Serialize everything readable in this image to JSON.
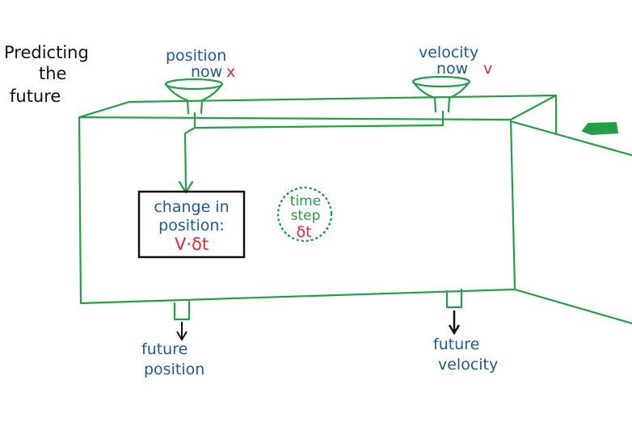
{
  "title": [
    "Predicting",
    "the",
    "future"
  ],
  "inputs": {
    "position": {
      "line1": "position",
      "line2": "now",
      "symbol": "x"
    },
    "velocity": {
      "line1": "velocity",
      "line2": "now",
      "symbol": "v"
    }
  },
  "box": {
    "line1": "change in",
    "line2": "position:",
    "formula": "V·δt"
  },
  "timestep": {
    "line1": "time",
    "line2": "step",
    "symbol": "δt"
  },
  "outputs": {
    "position": {
      "line1": "future",
      "line2": "position"
    },
    "velocity": {
      "line1": "future",
      "line2": "velocity"
    }
  },
  "colors": {
    "machine": "#22a045",
    "labels": "#1b5a9c",
    "symbols": "#e8283c",
    "arrows": "#111111"
  }
}
